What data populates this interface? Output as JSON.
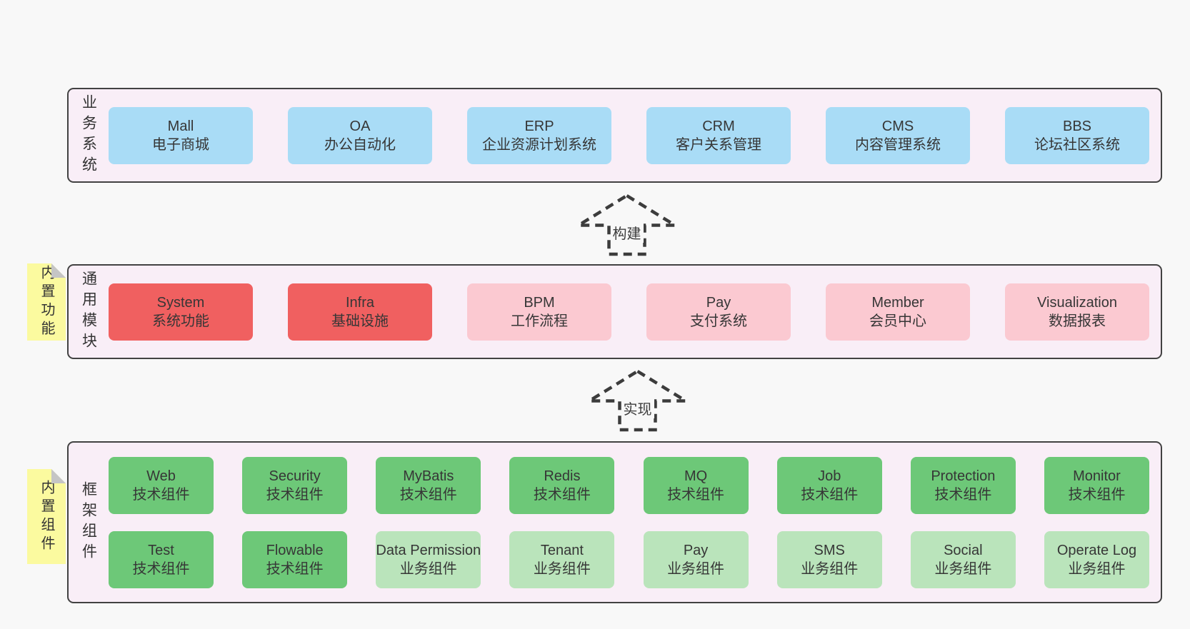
{
  "layers": [
    {
      "label": "业务系统",
      "boxes": [
        {
          "name": "Mall",
          "desc": "电子商城"
        },
        {
          "name": "OA",
          "desc": "办公自动化"
        },
        {
          "name": "ERP",
          "desc": "企业资源计划系统"
        },
        {
          "name": "CRM",
          "desc": "客户关系管理"
        },
        {
          "name": "CMS",
          "desc": "内容管理系统"
        },
        {
          "name": "BBS",
          "desc": "论坛社区系统"
        }
      ]
    },
    {
      "label": "通用模块",
      "note": "内置功能",
      "boxes": [
        {
          "name": "System",
          "desc": "系统功能"
        },
        {
          "name": "Infra",
          "desc": "基础设施"
        },
        {
          "name": "BPM",
          "desc": "工作流程"
        },
        {
          "name": "Pay",
          "desc": "支付系统"
        },
        {
          "name": "Member",
          "desc": "会员中心"
        },
        {
          "name": "Visualization",
          "desc": "数据报表"
        }
      ]
    },
    {
      "label": "框架组件",
      "note": "内置组件",
      "top": [
        {
          "name": "Web",
          "desc": "技术组件"
        },
        {
          "name": "Security",
          "desc": "技术组件"
        },
        {
          "name": "MyBatis",
          "desc": "技术组件"
        },
        {
          "name": "Redis",
          "desc": "技术组件"
        },
        {
          "name": "MQ",
          "desc": "技术组件"
        },
        {
          "name": "Job",
          "desc": "技术组件"
        },
        {
          "name": "Protection",
          "desc": "技术组件"
        },
        {
          "name": "Monitor",
          "desc": "技术组件"
        }
      ],
      "bottom": [
        {
          "name": "Test",
          "desc": "技术组件"
        },
        {
          "name": "Flowable",
          "desc": "技术组件"
        },
        {
          "name": "Data Permission",
          "desc": "业务组件"
        },
        {
          "name": "Tenant",
          "desc": "业务组件"
        },
        {
          "name": "Pay",
          "desc": "业务组件"
        },
        {
          "name": "SMS",
          "desc": "业务组件"
        },
        {
          "name": "Social",
          "desc": "业务组件"
        },
        {
          "name": "Operate Log",
          "desc": "业务组件"
        }
      ]
    }
  ],
  "arrows": [
    {
      "label": "构建"
    },
    {
      "label": "实现"
    }
  ],
  "colors": {
    "page_bg": "#f8f8f8",
    "panel_bg": "#f9eef7",
    "panel_border": "#424242",
    "business_blue": "#a9dcf6",
    "module_red": "#f06060",
    "module_pink": "#fbc9d1",
    "tech_green": "#6dc878",
    "biz_green": "#bae4bb",
    "note_yellow": "#fbfa9f",
    "note_fold_gray": "#c5c5c5",
    "arrow_dash": "#3c3c3c"
  }
}
